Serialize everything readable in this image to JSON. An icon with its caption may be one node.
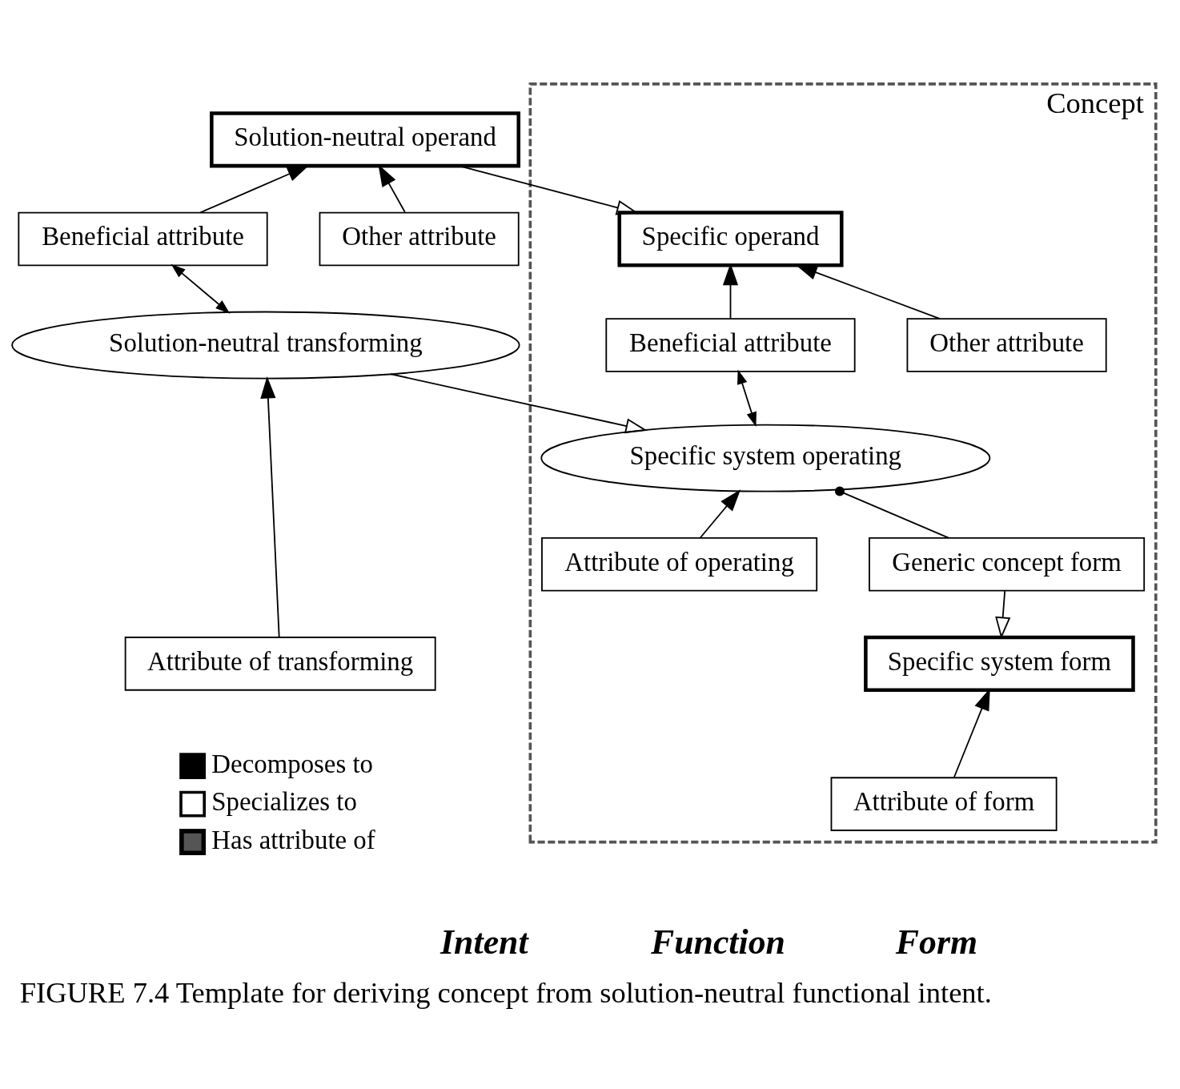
{
  "diagram": {
    "caption": "FIGURE 7.4 Template for deriving concept from solution-neutral functional intent.",
    "nodes": [
      {
        "text": [
          "Concept"
        ]
      },
      {
        "text": [
          "Solution-neutral operand"
        ]
      },
      {
        "text": [
          "Other attribute"
        ]
      },
      {
        "text": [
          "Beneficial attribute"
        ]
      },
      {
        "text": [
          "Solution-neutral transforming"
        ]
      },
      {
        "text": [
          "Attribute of transforming"
        ]
      },
      {
        "text": [
          "Specific operand"
        ],
        "in": 0
      },
      {
        "text": [
          "Beneficial attribute"
        ],
        "in": 0
      },
      {
        "text": [
          "Other attribute"
        ],
        "in": 0
      },
      {
        "text": [
          "Specific system operating"
        ],
        "in": 0
      },
      {
        "text": [
          "Attribute of operating"
        ],
        "in": 0
      },
      {
        "text": [
          "Generic concept form"
        ],
        "in": 0
      },
      {
        "text": [
          "Specific system form"
        ],
        "in": 0
      },
      {
        "text": [
          "Attribute of form"
        ],
        "in": 0
      }
    ],
    "edges": [
      {
        "from": 3,
        "to": 1,
        "arrow": "to"
      },
      {
        "from": 2,
        "to": 1,
        "arrow": "to"
      },
      {
        "from": 1,
        "to": 6,
        "arrow": "to"
      },
      {
        "from": 3,
        "to": 4,
        "arrow": "both"
      },
      {
        "from": 5,
        "to": 4,
        "arrow": "to"
      },
      {
        "from": 4,
        "to": 9,
        "arrow": "to"
      },
      {
        "from": 7,
        "to": 6,
        "arrow": "to"
      },
      {
        "from": 8,
        "to": 6,
        "arrow": "to"
      },
      {
        "from": 7,
        "to": 9,
        "arrow": "both"
      },
      {
        "from": 10,
        "to": 9,
        "arrow": "to"
      },
      {
        "from": 11,
        "to": 9,
        "arrow": "other"
      },
      {
        "from": 11,
        "to": 12,
        "arrow": "to"
      },
      {
        "from": 13,
        "to": 12,
        "arrow": "to"
      }
    ],
    "labels": [
      "Intent",
      "Function",
      "Form"
    ],
    "legend": [
      {
        "text": "Decomposes to"
      },
      {
        "text": "Specializes to"
      },
      {
        "text": "Has attribute of"
      }
    ]
  }
}
